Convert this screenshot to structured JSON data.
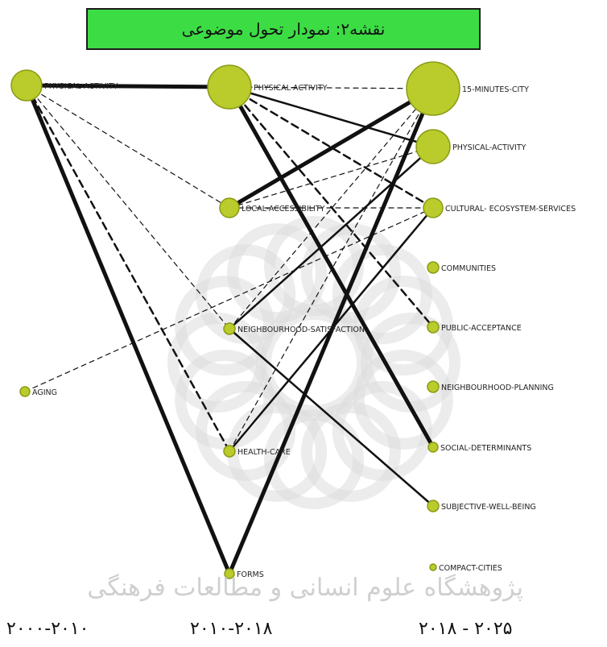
{
  "title": "نقشه۲: نمودار تحول موضوعی",
  "periods": [
    "۲۰۰۰-۲۰۱۰",
    "۲۰۱۰-۲۰۱۸",
    "۲۰۱۸ - ۲۰۲۵"
  ],
  "watermark_text": "پژوهشگاه علوم انسانی و مطالعات فرهنگی",
  "colors": {
    "node_fill": "#b9cc2c",
    "node_stroke": "#8a9a14",
    "edge": "#111111",
    "title_bg": "#3cdc44"
  },
  "nodes": [
    {
      "id": "p1-physical",
      "period": 1,
      "label": "PHYSICAL-ACTIVITY",
      "size": "large"
    },
    {
      "id": "p1-aging",
      "period": 1,
      "label": "AGING",
      "size": "small"
    },
    {
      "id": "p2-physical",
      "period": 2,
      "label": "PHYSICAL-ACTIVITY",
      "size": "xlarge"
    },
    {
      "id": "p2-local",
      "period": 2,
      "label": "LOCAL-ACCESSIBILITY",
      "size": "medium"
    },
    {
      "id": "p2-neigh-sat",
      "period": 2,
      "label": "NEIGHBOURHOOD-SATISFACTION",
      "size": "small"
    },
    {
      "id": "p2-health",
      "period": 2,
      "label": "HEALTH-CARE",
      "size": "small"
    },
    {
      "id": "p2-forms",
      "period": 2,
      "label": "FORMS",
      "size": "small"
    },
    {
      "id": "p3-15min",
      "period": 3,
      "label": "15-MINUTES-CITY",
      "size": "xxlarge"
    },
    {
      "id": "p3-physical",
      "period": 3,
      "label": "PHYSICAL-ACTIVITY",
      "size": "large"
    },
    {
      "id": "p3-cultural",
      "period": 3,
      "label": "CULTURAL- ECOSYSTEM-SERVICES",
      "size": "medium"
    },
    {
      "id": "p3-communities",
      "period": 3,
      "label": "COMMUNITIES",
      "size": "small"
    },
    {
      "id": "p3-public",
      "period": 3,
      "label": "PUBLIC-ACCEPTANCE",
      "size": "small"
    },
    {
      "id": "p3-neigh-plan",
      "period": 3,
      "label": "NEIGHBOURHOOD-PLANNING",
      "size": "small"
    },
    {
      "id": "p3-social",
      "period": 3,
      "label": "SOCIAL-DETERMINANTS",
      "size": "small"
    },
    {
      "id": "p3-subjective",
      "period": 3,
      "label": "SUBJECTIVE-WELL-BEING",
      "size": "small"
    },
    {
      "id": "p3-compact",
      "period": 3,
      "label": "COMPACT-CITIES",
      "size": "tiny"
    }
  ],
  "edges": [
    {
      "from": "p1-physical",
      "to": "p2-physical",
      "style": "solid",
      "weight": "thick"
    },
    {
      "from": "p1-physical",
      "to": "p2-forms",
      "style": "solid",
      "weight": "thick"
    },
    {
      "from": "p1-physical",
      "to": "p2-local",
      "style": "dashed",
      "weight": "thin"
    },
    {
      "from": "p1-physical",
      "to": "p2-neigh-sat",
      "style": "dashed",
      "weight": "thin"
    },
    {
      "from": "p1-physical",
      "to": "p2-health",
      "style": "dashed",
      "weight": "medium"
    },
    {
      "from": "p1-aging",
      "to": "p3-cultural",
      "style": "dashed",
      "weight": "thin"
    },
    {
      "from": "p2-physical",
      "to": "p3-15min",
      "style": "dashed",
      "weight": "thin"
    },
    {
      "from": "p2-physical",
      "to": "p3-physical",
      "style": "solid",
      "weight": "medium"
    },
    {
      "from": "p2-physical",
      "to": "p3-cultural",
      "style": "dashed",
      "weight": "medium"
    },
    {
      "from": "p2-physical",
      "to": "p3-public",
      "style": "dashed",
      "weight": "medium"
    },
    {
      "from": "p2-physical",
      "to": "p3-social",
      "style": "solid",
      "weight": "thick"
    },
    {
      "from": "p2-local",
      "to": "p3-15min",
      "style": "solid",
      "weight": "thick"
    },
    {
      "from": "p2-local",
      "to": "p3-cultural",
      "style": "dashed",
      "weight": "thin"
    },
    {
      "from": "p2-local",
      "to": "p3-physical",
      "style": "dashed",
      "weight": "thin"
    },
    {
      "from": "p2-neigh-sat",
      "to": "p3-15min",
      "style": "dashed",
      "weight": "thin"
    },
    {
      "from": "p2-neigh-sat",
      "to": "p3-physical",
      "style": "solid",
      "weight": "medium"
    },
    {
      "from": "p2-neigh-sat",
      "to": "p3-subjective",
      "style": "solid",
      "weight": "medium"
    },
    {
      "from": "p2-health",
      "to": "p3-cultural",
      "style": "solid",
      "weight": "medium"
    },
    {
      "from": "p2-health",
      "to": "p3-15min",
      "style": "dashed",
      "weight": "thin"
    },
    {
      "from": "p2-forms",
      "to": "p3-15min",
      "style": "solid",
      "weight": "thick"
    }
  ]
}
